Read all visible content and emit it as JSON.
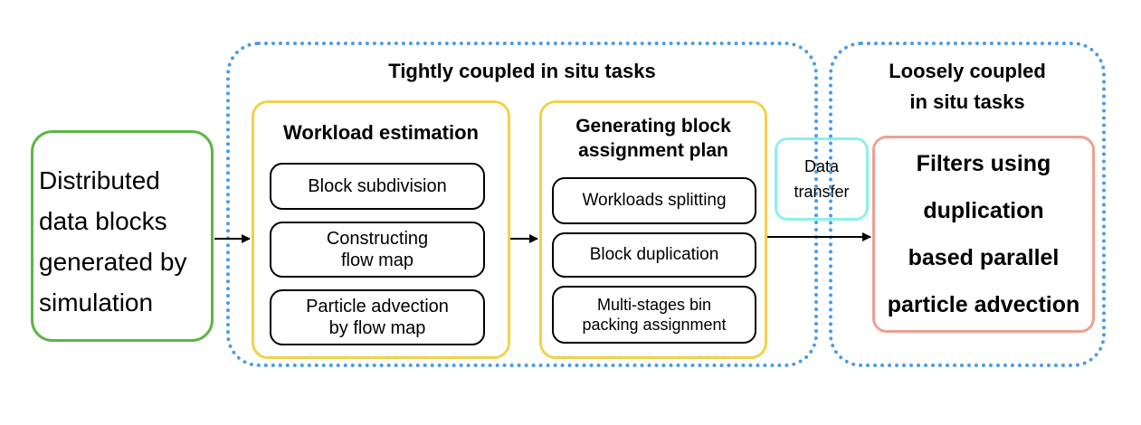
{
  "input": {
    "label": "Distributed\ndata blocks\ngenerated by\nsimulation"
  },
  "tight": {
    "title": "Tightly coupled in situ tasks",
    "workload": {
      "title": "Workload estimation",
      "items": [
        "Block subdivision",
        "Constructing\nflow map",
        "Particle advection\nby flow map"
      ]
    },
    "plan": {
      "title": "Generating block\nassignment plan",
      "items": [
        "Workloads splitting",
        "Block duplication",
        "Multi-stages bin\npacking assignment"
      ]
    }
  },
  "transfer": {
    "label": "Data\ntransfer"
  },
  "loose": {
    "title": "Loosely coupled\nin situ tasks",
    "filter": {
      "lines": [
        "Filters using",
        "duplication",
        "based parallel",
        "particle advection"
      ]
    }
  }
}
